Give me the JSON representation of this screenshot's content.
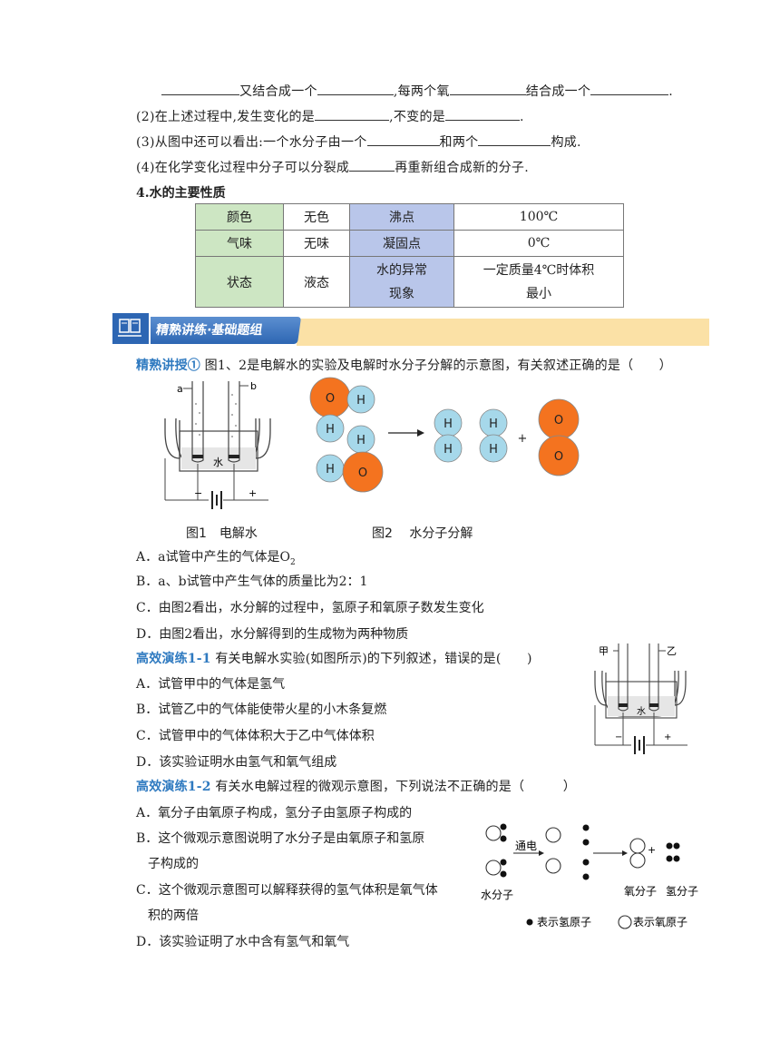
{
  "fill": {
    "line1": {
      "a": "又结合成一个",
      "b": ",每两个氧",
      "c": "结合成一个",
      "d": "."
    },
    "line2": {
      "a": "(2)在上述过程中,发生变化的是",
      "b": ",不变的是",
      "c": "."
    },
    "line3": {
      "a": "(3)从图中还可以看出:一个水分子由一个",
      "b": "和两个",
      "c": "构成."
    },
    "line4": {
      "a": "(4)在化学变化过程中分子可以分裂成",
      "b": "再重新组合成新的分子."
    }
  },
  "section_heading": "4.水的主要性质",
  "props_table": {
    "row1": {
      "k1": "颜色",
      "v1": "无色",
      "k2": "沸点",
      "v2": "100℃"
    },
    "row2": {
      "k1": "气味",
      "v1": "无味",
      "k2": "凝固点",
      "v2": "0℃"
    },
    "row3": {
      "k1": "状态",
      "v1": "液态",
      "k2a": "水的异常",
      "k2b": "现象",
      "v2a": "一定质量4℃时体积",
      "v2b": "最小"
    }
  },
  "banner": "精熟讲练·基础题组",
  "q1": {
    "tag": "精熟讲授①",
    "text": " 图1、2是电解水的实验及电解时水分子分解的示意图，有关叙述正确的是（　　）",
    "fig1_caption": "图1　电解水",
    "fig2_caption": "图2　 水分子分解",
    "label_a": "a",
    "label_b": "b",
    "water": "水",
    "minus": "−",
    "plus": "+",
    "atom_o": "O",
    "atom_h": "H",
    "options": [
      "A．a试管中产生的气体是O",
      "B．a、b试管中产生气体的质量比为2：1",
      "C．由图2看出，水分解的过程中，氢原子和氧原子数发生变化",
      "D．由图2看出，水分解得到的生成物为两种物质"
    ],
    "o2_sub": "2"
  },
  "q2": {
    "tag": "高效演练1-1",
    "text": " 有关电解水实验(如图所示)的下列叙述，错误的是(　　)",
    "label_jia": "甲",
    "label_yi": "乙",
    "options": [
      "A．试管甲中的气体是氢气",
      "B．试管乙中的气体能使带火星的小木条复燃",
      "C．试管甲中的气体体积大于乙中气体体积",
      "D．该实验证明水由氢气和氧气组成"
    ]
  },
  "q3": {
    "tag": "高效演练1-2",
    "text": " 有关水电解过程的微观示意图，下列说法不正确的是（　　　）",
    "options": [
      "A．氧分子由氧原子构成，氢分子由氢原子构成的",
      "B．这个微观示意图说明了水分子是由氧原子和氢原",
      "子构成的",
      "C．这个微观示意图可以解释获得的氢气体积是氧气体",
      "积的两倍",
      "D．该实验证明了水中含有氢气和氧气"
    ],
    "fig": {
      "electrolysis": "通电",
      "water_molecule": "水分子",
      "o2_molecule": "氧分子",
      "h2_molecule": "氢分子",
      "legend_h": "表示氢原子",
      "legend_o": "表示氧原子"
    }
  }
}
